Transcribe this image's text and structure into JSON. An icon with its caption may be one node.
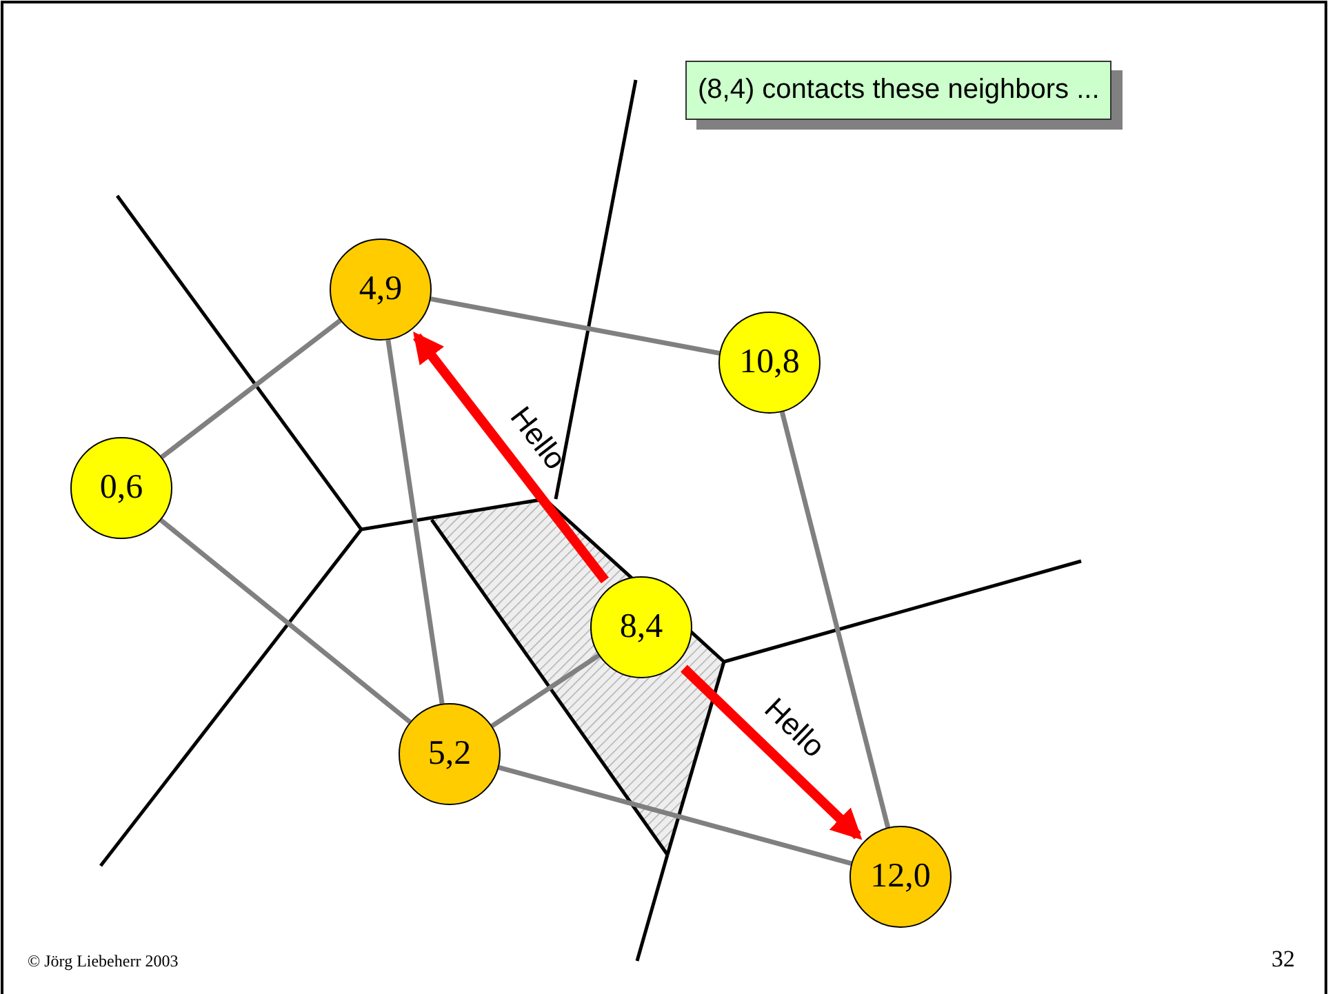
{
  "diagram": {
    "nodes": [
      {
        "text": [
          "(8,4) contacts these neighbors ..."
        ]
      },
      {
        "text": [
          "4,9"
        ]
      },
      {
        "text": [
          "10,8"
        ]
      },
      {
        "text": [
          "0,6"
        ]
      },
      {
        "text": [
          "8,4"
        ]
      },
      {
        "text": [
          "5,2"
        ]
      },
      {
        "text": [
          "12,0"
        ]
      }
    ],
    "edges": [
      {
        "from": 1,
        "to": 2,
        "arrow": "none"
      },
      {
        "from": 1,
        "to": 3,
        "arrow": "none"
      },
      {
        "from": 1,
        "to": 5,
        "arrow": "none"
      },
      {
        "from": 3,
        "to": 5,
        "arrow": "none"
      },
      {
        "from": 5,
        "to": 4,
        "arrow": "none"
      },
      {
        "from": 5,
        "to": 6,
        "arrow": "none"
      },
      {
        "from": 2,
        "to": 6,
        "arrow": "none"
      },
      {
        "from": 4,
        "to": 1,
        "arrow": "to",
        "label": "Hello",
        "style": "thick",
        "color": "#ff0000"
      },
      {
        "from": 4,
        "to": 6,
        "arrow": "to",
        "label": "Hello",
        "style": "thick",
        "color": "#ff0000"
      }
    ],
    "labels": [
      "© Jörg Liebeherr 2003",
      "32"
    ]
  }
}
